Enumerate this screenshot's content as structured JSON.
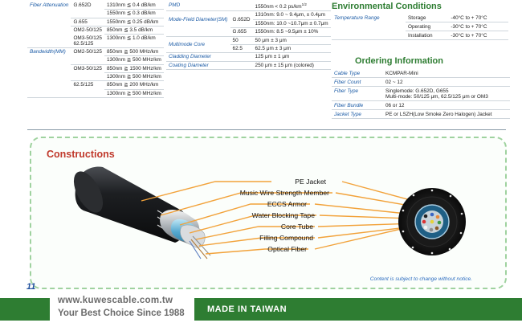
{
  "spec_table": {
    "fiber_attenuation": "Fiber Attenuation",
    "g652d": "G.652D",
    "g655": "G.655",
    "om2_50": "OM2-50/125",
    "om3_50": "OM3-50/125",
    "f62": "62.5/125",
    "att_rows": [
      "1310nm ≦ 0.4 dB/km",
      "1550nm ≦ 0.3 dB/km",
      "1550nm ≦ 0.25 dB/km",
      "850nm ≦ 3.5 dB/km",
      "1300nm ≦ 1.0 dB/km"
    ],
    "bandwidth": "Bandwidth(MM)",
    "bw_om2": "OM2-50/125",
    "bw_om3": "OM3-50/125",
    "bw_62": "62.5/125",
    "bw_rows": [
      "850nm ≧ 500 MHz/km",
      "1300nm ≧ 500 MHz/km",
      "850nm ≧ 1500 MHz/km",
      "1300nm ≧ 500 MHz/km",
      "850nm ≧ 200 MHz/km",
      "1300nm ≧ 500 MHz/km"
    ],
    "pmd": "PMD",
    "pmd_val": "1550nm < 0.2 ps/km",
    "pmd_sup": "1/2",
    "mfd": "Mode-Field Diameter(SM)",
    "mfd_g652": "G.652D",
    "mfd_g655": "G.655",
    "mfd_rows": [
      "1310nm: 9.0 ~ 9.4μm, ± 0.4μm",
      "1550nm: 10.0 ~10.7μm ± 0.7μm",
      "1550nm: 8.5 ~9.5μm ± 10%"
    ],
    "mm_core": "Multimode Core",
    "mm_50": "50",
    "mm_62": "62.5",
    "mm_50_val": "50 μm ± 3 μm",
    "mm_62_val": "62.5 μm ± 3 μm",
    "cladding": "Cladding Diameter",
    "cladding_val": "125 μm ± 1 μm",
    "coating": "Coating Diameter",
    "coating_val": "250 μm ± 15 μm (colored)"
  },
  "environmental": {
    "title": "Environmental Conditions",
    "label": "Temperature Range",
    "rows": [
      {
        "name": "Storage",
        "value": "-40°C to + 70°C"
      },
      {
        "name": "Operating",
        "value": "-30°C to + 70°C"
      },
      {
        "name": "Installation",
        "value": "-30°C to + 70°C"
      }
    ]
  },
  "ordering": {
    "title": "Ordering Information",
    "cable_type": "Cable Type",
    "cable_type_val": "KCMPAR-Mini",
    "fiber_count": "Fiber Count",
    "fiber_count_val": "02 ~ 12",
    "fiber_type": "Fiber Type",
    "fiber_type_val1": "Singlemode: G.652D, G655",
    "fiber_type_val2": "Multi-mode: 50/125 μm, 62.5/125 μm or OM3",
    "fiber_bundle": "Fiber Bundle",
    "fiber_bundle_val": "06 or 12",
    "jacket_type": "Jacket Type",
    "jacket_type_val": "PE or LSZH(Low Smoke Zero Halogen) Jacket"
  },
  "constructions": {
    "title": "Constructions",
    "labels": [
      "PE Jacket",
      "Music Wire Strength Member",
      "ECCS Armor",
      "Water Blocking Tape",
      "Core Tube",
      "Filling Compound",
      "Optical Fiber"
    ],
    "note": "Content is subject to change without notice."
  },
  "page_number": "11",
  "footer": {
    "url": "www.kuwescable.com.tw",
    "slogan": "Your Best Choice Since 1988",
    "made": "MADE IN TAIWAN"
  },
  "colors": {
    "accent_green": "#2e7d32",
    "label_blue": "#1b5ba6",
    "lead_orange": "#f2a23a"
  }
}
